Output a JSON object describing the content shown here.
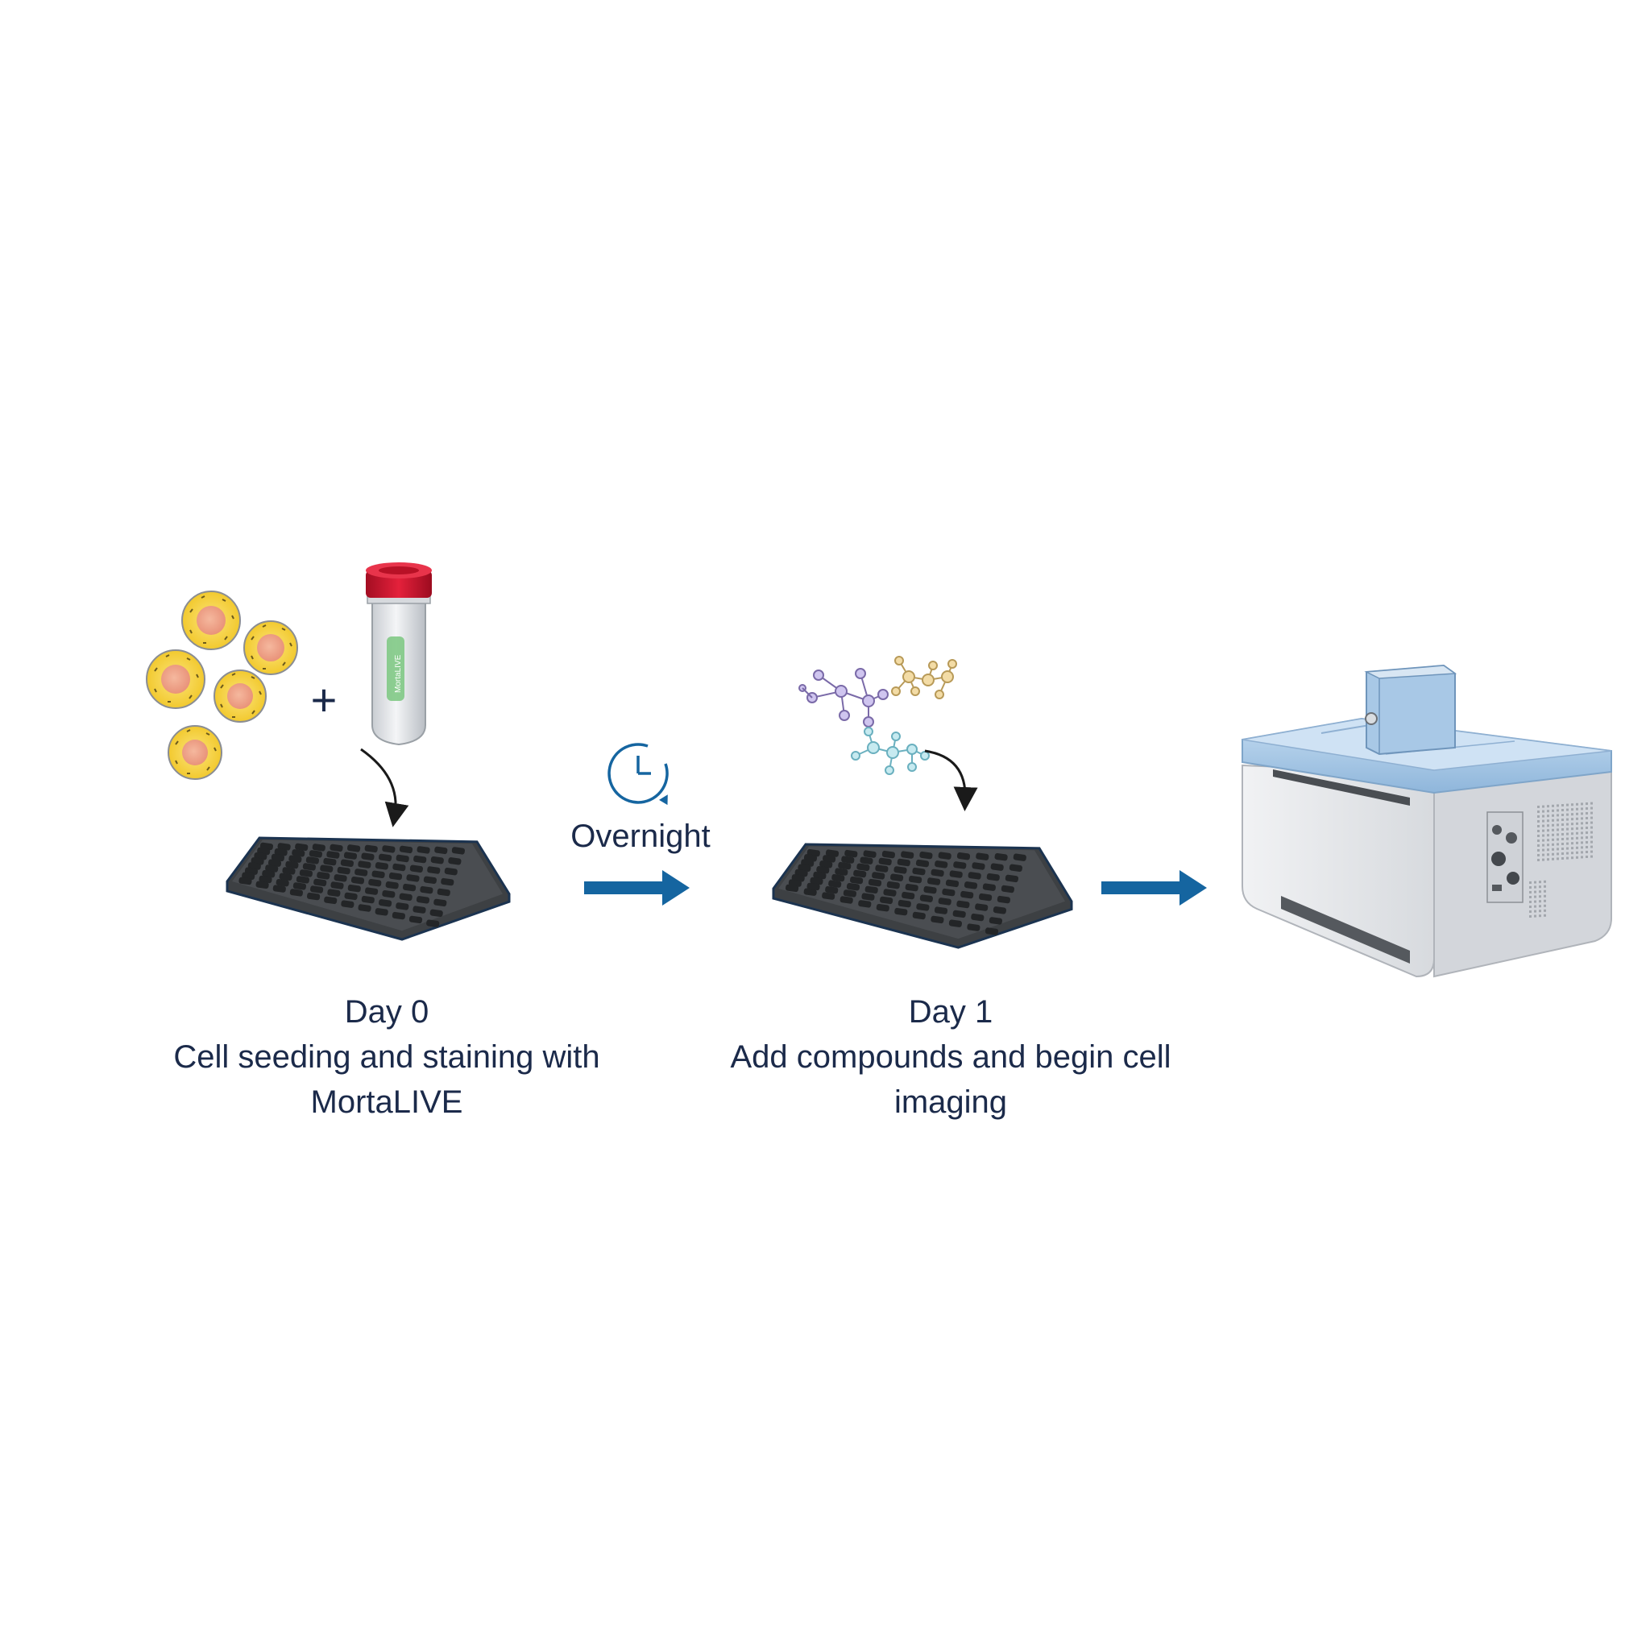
{
  "steps": [
    {
      "day": "Day 0",
      "line1": "Cell seeding and staining with",
      "line2": "MortaLIVE"
    },
    {
      "day": "Day 1",
      "line1": "Add compounds and begin cell",
      "line2": "imaging"
    }
  ],
  "transition": {
    "label": "Overnight"
  },
  "reagent": {
    "tube_label": "MortaLIVE"
  },
  "symbols": {
    "plus": "+"
  },
  "icons": [
    "cell-icon",
    "reagent-tube-icon",
    "clock-icon",
    "arrow-right-icon",
    "compound-molecule-icon",
    "well-plate-icon",
    "imaging-instrument-icon"
  ],
  "colors": {
    "text": "#1b2a4a",
    "arrow": "#1565a0",
    "cell_outer": "#f7d64a",
    "cell_nucleus": "#f0a88a",
    "tube_cap": "#d3112c",
    "plate": "#3d4043",
    "instrument_top": "#a9c9e8",
    "instrument_body": "#e4e6ea"
  }
}
